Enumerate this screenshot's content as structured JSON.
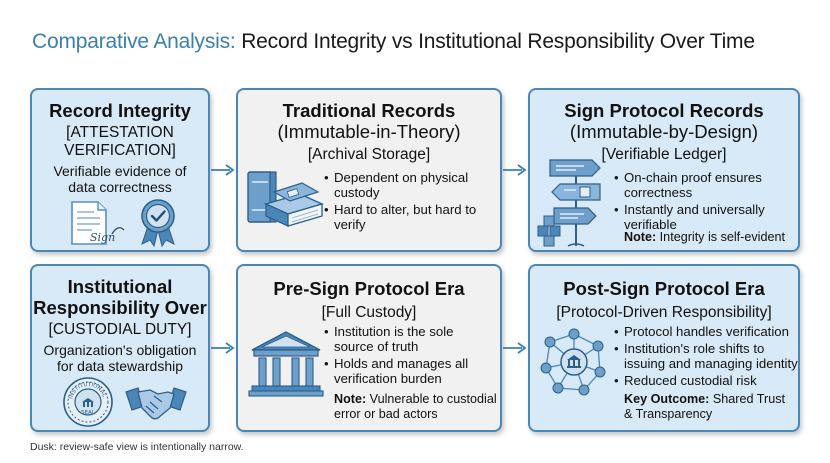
{
  "title": {
    "accent": "Comparative Analysis:",
    "rest": " Record Integrity vs Institutional Responsibility Over Time"
  },
  "cards": {
    "record_integrity": {
      "heading": "Record Integrity",
      "subtitle_line1": "[ATTESTATION",
      "subtitle_line2": "VERIFICATION]",
      "desc_line1": "Verifiable evidence of",
      "desc_line2": "data correctness"
    },
    "traditional": {
      "heading_line1": "Traditional Records",
      "heading_line2": "(Immutable-in-Theory)",
      "subtitle": "[Archival Storage]",
      "bullets": [
        "Dependent on physical custody",
        "Hard to alter, but hard to verify"
      ]
    },
    "sign_protocol": {
      "heading_line1": "Sign Protocol Records",
      "heading_line2": "(Immutable-by-Design)",
      "subtitle": "[Verifiable Ledger]",
      "bullets": [
        "On-chain proof ensures correctness",
        "Instantly and universally verifiable"
      ],
      "note_label": "Note:",
      "note_text": " Integrity is self-evident"
    },
    "institutional": {
      "heading_line1": "Institutional",
      "heading_line2": "Responsibility Over",
      "subtitle": "[CUSTODIAL DUTY]",
      "desc_line1": "Organization's obligation",
      "desc_line2": "for data stewardship"
    },
    "pre_sign": {
      "heading": "Pre-Sign Protocol Era",
      "subtitle": "[Full Custody]",
      "bullets": [
        "Institution is the sole source of truth",
        "Holds and manages all verification burden"
      ],
      "note_label": "Note:",
      "note_text": " Vulnerable to custodial error or bad actors"
    },
    "post_sign": {
      "heading": "Post-Sign Protocol Era",
      "subtitle": "[Protocol-Driven Responsibility]",
      "bullets": [
        "Protocol handles verification",
        "Institution's role shifts to issuing and managing identity",
        "Reduced custodial risk"
      ],
      "note_label": "Key Outcome:",
      "note_text": " Shared Trust & Transparency"
    }
  },
  "icons": {
    "signed_doc": "signed-document-icon",
    "badge": "verified-badge-icon",
    "books": "books-icon",
    "ledger": "blockchain-ledger-icon",
    "bank": "institution-building-icon",
    "seal": "institutional-seal-icon",
    "handshake": "handshake-icon",
    "network": "network-hub-icon"
  },
  "seal_text": "INSTITUTIONAL",
  "seal_center": "SEAL",
  "signature_text": "Sign",
  "footer": "Dusk: review-safe view is intentionally narrow.",
  "colors": {
    "accent": "#3a7fb0",
    "border": "#4b86b8",
    "blue_fill": "#d8eaf7",
    "gray_fill": "#f1f1f1"
  }
}
